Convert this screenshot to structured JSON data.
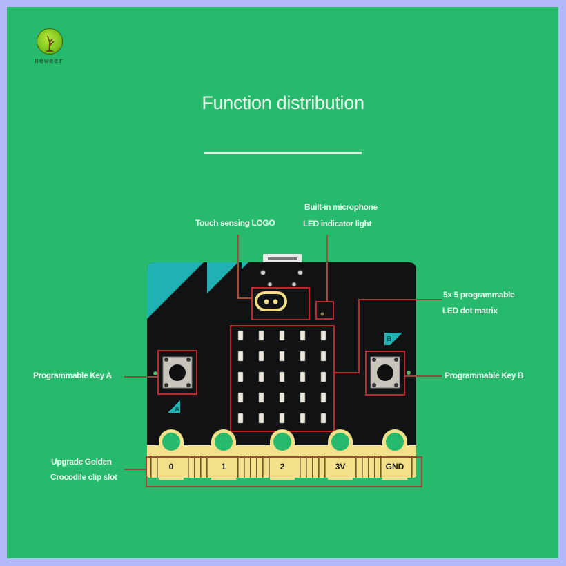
{
  "brand": {
    "name": "neweer",
    "icon": "tree-logo-icon"
  },
  "title": "Function distribution",
  "labels": {
    "touch_logo": "Touch sensing LOGO",
    "microphone": "Built-in microphone",
    "led_indicator": "LED indicator light",
    "matrix_line1": "5x 5 programmable",
    "matrix_line2": "LED dot matrix",
    "key_a": "Programmable Key A",
    "key_b": "Programmable Key B",
    "clip_line1": "Upgrade Golden",
    "clip_line2": "Crocodile clip slot"
  },
  "board": {
    "button_a_letter": "A",
    "button_b_letter": "B",
    "pins": [
      "0",
      "1",
      "2",
      "3V",
      "GND"
    ],
    "led_matrix": {
      "rows": 5,
      "cols": 5
    }
  },
  "colors": {
    "background": "#27b96c",
    "frame": "#b1b8fc",
    "board": "#111214",
    "accent_teal": "#1fb3b3",
    "gold": "#f3e08a",
    "highlight_box": "#c0272d"
  }
}
